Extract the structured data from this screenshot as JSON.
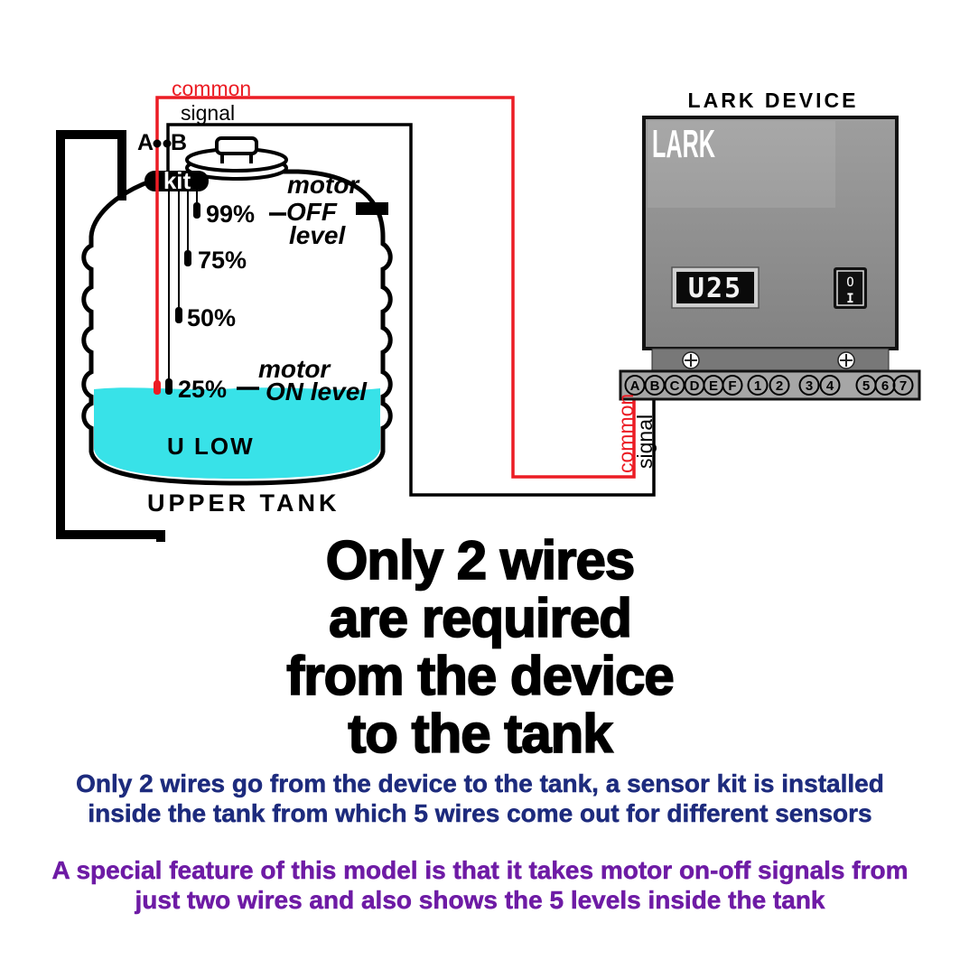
{
  "colors": {
    "wire_common": "#ec1c24",
    "wire_signal": "#000000",
    "water": "#38e2e8",
    "device_body": "#8f8f8f",
    "terminal_strip": "#a6a6a6",
    "note_blue": "#1d2b7d",
    "note_purple": "#6e1ba5"
  },
  "wires": {
    "common_label": "common",
    "signal_label": "signal"
  },
  "tank": {
    "label_a": "A",
    "label_b": "B",
    "kit_label": "kit",
    "levels": [
      "99%",
      "75%",
      "50%",
      "25%"
    ],
    "motor_off_line1": "motor",
    "motor_off_line2": "OFF",
    "motor_off_line3": "level",
    "motor_on_line1": "motor",
    "motor_on_line2": "ON level",
    "water_label": "U LOW",
    "caption": "UPPER TANK"
  },
  "device": {
    "title": "LARK DEVICE",
    "brand": "LARK",
    "display_value": "U25",
    "switch_off": "O",
    "switch_on": "I",
    "terminals": [
      "A",
      "B",
      "C",
      "D",
      "E",
      "F",
      "1",
      "2",
      "3",
      "4",
      "5",
      "6",
      "7"
    ]
  },
  "headline": {
    "line1": "Only 2 wires",
    "line2": "are required",
    "line3": "from the device",
    "line4": "to the tank"
  },
  "note_blue": {
    "line1": "Only 2 wires go from the device to the tank, a sensor kit is installed",
    "line2": "inside the tank from which 5 wires come out for different sensors"
  },
  "note_purple": {
    "line1": "A special feature of this model is that it takes motor on-off signals from",
    "line2": "just two wires and also shows the 5 levels inside the tank"
  }
}
